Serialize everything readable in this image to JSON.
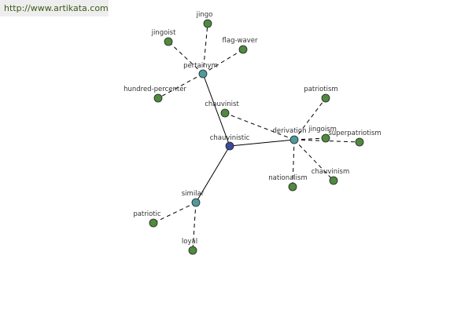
{
  "header": {
    "source_link": "http://www.artikata.com"
  },
  "colors": {
    "center_node": "#3a4a9a",
    "relation_node": "#4f9a9a",
    "leaf_node": "#4f8a3f",
    "edge": "#000000"
  },
  "diagram": {
    "center": {
      "id": "chauvinistic",
      "label": "chauvinistic"
    },
    "relations": [
      {
        "id": "pertainym",
        "label": "pertainym",
        "leaves": [
          {
            "id": "jingo",
            "label": "jingo"
          },
          {
            "id": "jingoist",
            "label": "jingoist"
          },
          {
            "id": "flag-waver",
            "label": "flag-waver"
          },
          {
            "id": "hundred-percenter",
            "label": "hundred-percenter"
          }
        ]
      },
      {
        "id": "derivation",
        "label": "derivation",
        "leaves": [
          {
            "id": "patriotism",
            "label": "patriotism"
          },
          {
            "id": "chauvinist",
            "label": "chauvinist"
          },
          {
            "id": "jingoism",
            "label": "jingoism"
          },
          {
            "id": "superpatriotism",
            "label": "superpatriotism"
          },
          {
            "id": "chauvinism",
            "label": "chauvinism"
          },
          {
            "id": "nationalism",
            "label": "nationalism"
          }
        ]
      },
      {
        "id": "similar",
        "label": "similar",
        "leaves": [
          {
            "id": "patriotic",
            "label": "patriotic"
          },
          {
            "id": "loyal",
            "label": "loyal"
          }
        ]
      }
    ]
  }
}
